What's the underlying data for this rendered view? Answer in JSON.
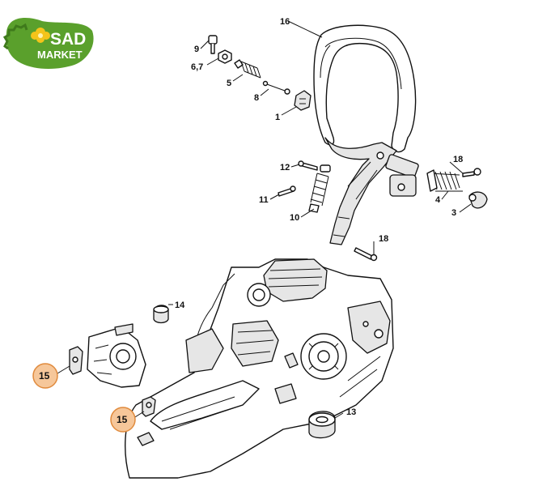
{
  "logo": {
    "line1": "SAD",
    "line2": "MARKET",
    "colors": {
      "leaf": "#5aa02c",
      "leaf_dark": "#3f7a1c",
      "flower": "#f4c41a"
    }
  },
  "callouts": [
    {
      "id": "c16",
      "label": "16"
    },
    {
      "id": "c9",
      "label": "9"
    },
    {
      "id": "c67",
      "label": "6,7"
    },
    {
      "id": "c5",
      "label": "5"
    },
    {
      "id": "c8",
      "label": "8"
    },
    {
      "id": "c1",
      "label": "1"
    },
    {
      "id": "c12",
      "label": "12"
    },
    {
      "id": "c11",
      "label": "11"
    },
    {
      "id": "c10",
      "label": "10"
    },
    {
      "id": "c18a",
      "label": "18"
    },
    {
      "id": "c4",
      "label": "4"
    },
    {
      "id": "c3",
      "label": "3"
    },
    {
      "id": "c18b",
      "label": "18"
    },
    {
      "id": "c14",
      "label": "14"
    },
    {
      "id": "c13",
      "label": "13"
    }
  ],
  "highlighted": [
    {
      "id": "h15a",
      "label": "15"
    },
    {
      "id": "h15b",
      "label": "15"
    }
  ],
  "colors": {
    "highlight_fill": "#f6c79a",
    "highlight_stroke": "#e08a3c",
    "line": "#111111",
    "shade": "#e6e6e6"
  }
}
